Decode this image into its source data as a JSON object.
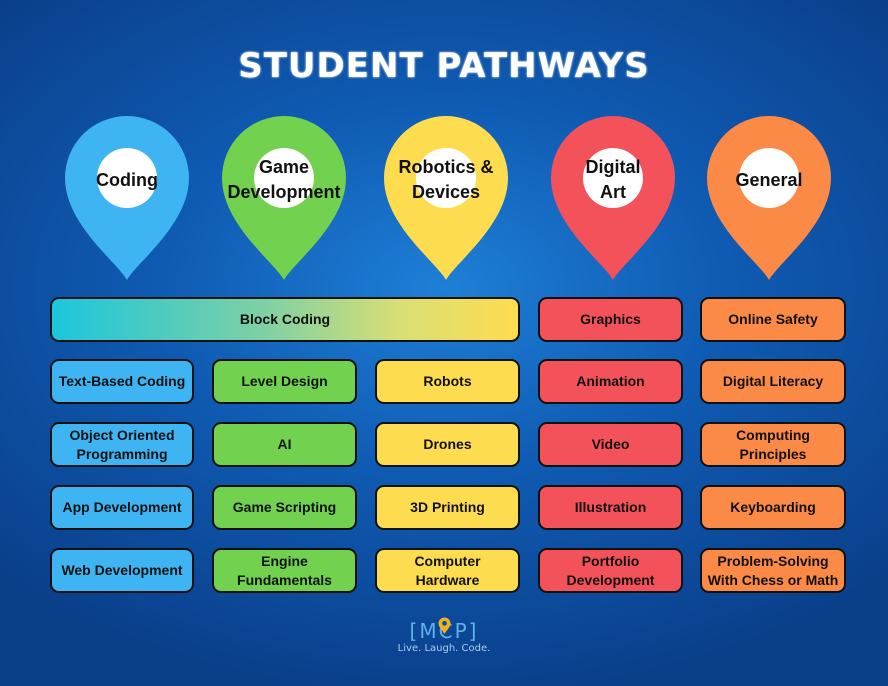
{
  "title": "STUDENT PATHWAYS",
  "colors": {
    "coding": "#3eb4f3",
    "game_development": "#72d14e",
    "robotics": "#fedc4f",
    "digital_art": "#f4525a",
    "general": "#fb8a47"
  },
  "pathways": [
    {
      "label": "Coding",
      "icon": "map-pin-icon"
    },
    {
      "label": "Game\nDevelopment",
      "icon": "map-pin-icon"
    },
    {
      "label": "Robotics &\nDevices",
      "icon": "map-pin-icon"
    },
    {
      "label": "Digital\nArt",
      "icon": "map-pin-icon"
    },
    {
      "label": "General",
      "icon": "map-pin-icon"
    }
  ],
  "block_coding": "Block Coding",
  "coding": [
    "Text-Based Coding",
    "Object Oriented Programming",
    "App Development",
    "Web Development"
  ],
  "game_development": [
    "Level Design",
    "AI",
    "Game Scripting",
    "Engine Fundamentals"
  ],
  "robotics": [
    "Robots",
    "Drones",
    "3D Printing",
    "Computer Hardware"
  ],
  "digital_art": [
    "Graphics",
    "Animation",
    "Video",
    "Illustration",
    "Portfolio Development"
  ],
  "general": [
    "Online Safety",
    "Digital Literacy",
    "Computing Principles",
    "Keyboarding",
    "Problem-Solving With Chess or Math"
  ],
  "logo": {
    "mark": "[MCP]",
    "tagline": "Live. Laugh. Code.",
    "icon": "location-pin-icon"
  }
}
